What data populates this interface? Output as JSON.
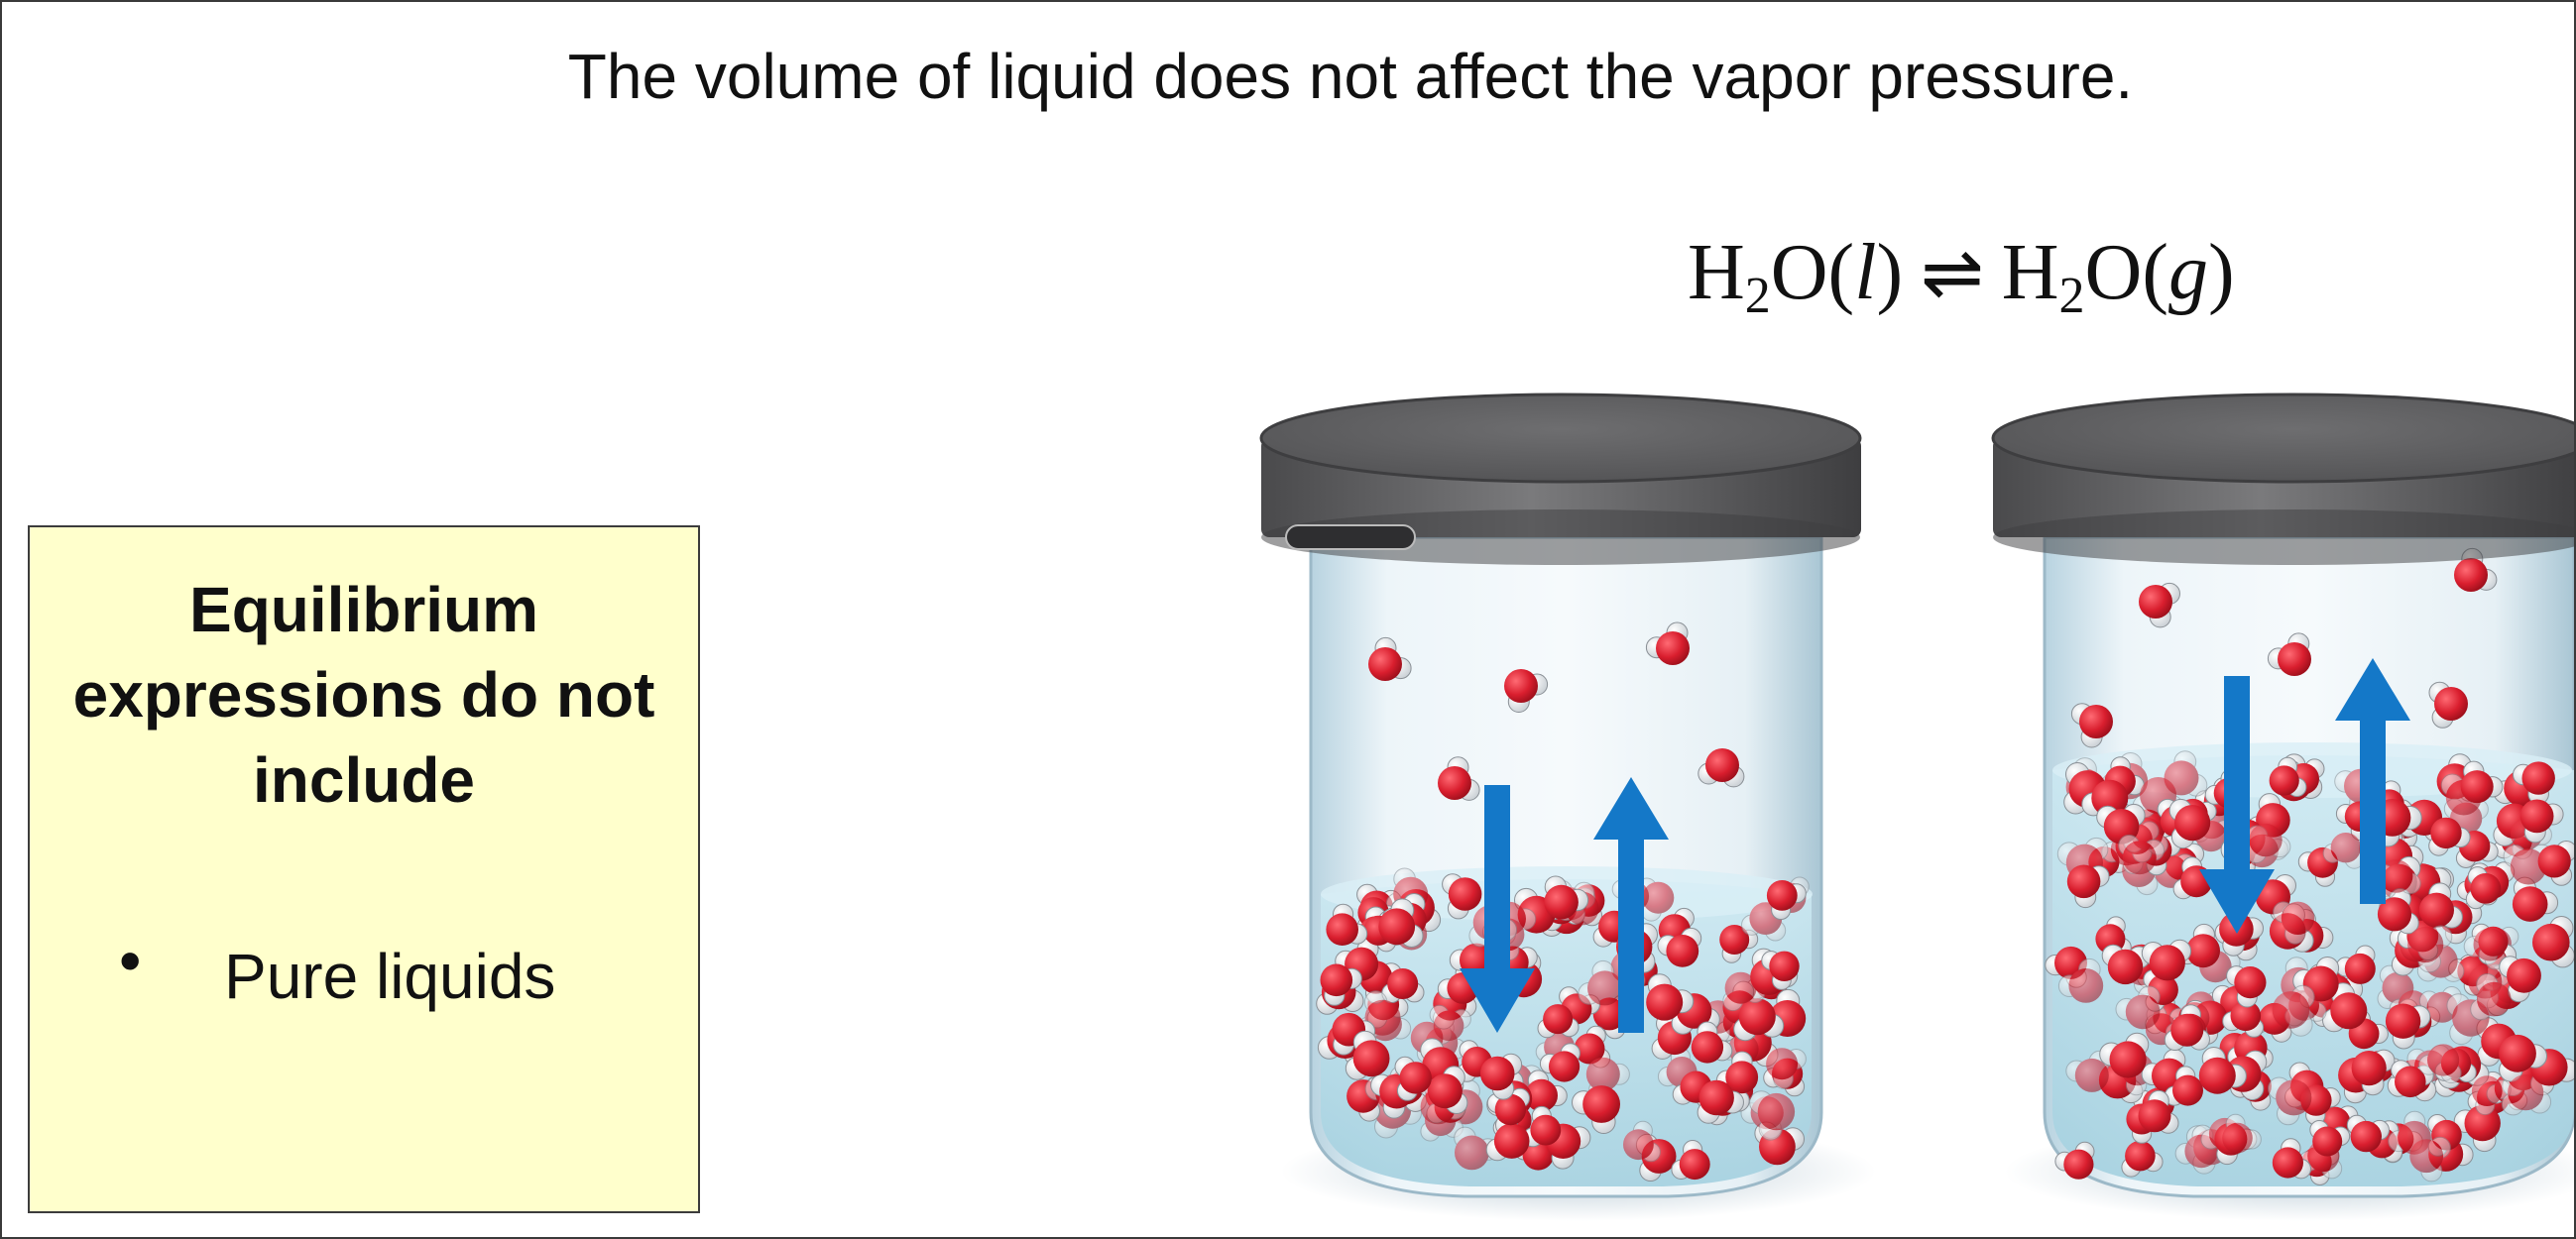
{
  "slide": {
    "title": "The volume of liquid does not affect the vapor pressure."
  },
  "equation": {
    "lhs_base": "H",
    "lhs_sub": "2",
    "lhs_tail": "O(",
    "lhs_state": "l",
    "lhs_close": ")",
    "arrow": "⇌",
    "rhs_base": "H",
    "rhs_sub": "2",
    "rhs_tail": "O(",
    "rhs_state": "g",
    "rhs_close": ")"
  },
  "note": {
    "heading": "Equilibrium expressions do not include",
    "bullet": "•",
    "item": "Pure liquids"
  },
  "colors": {
    "note_background": "#ffffcc",
    "lid": "#5e5e60",
    "liquid": "#bfe3ee",
    "oxygen": "#d91e2e",
    "hydrogen": "#ffffff",
    "arrow": "#1478c8"
  }
}
